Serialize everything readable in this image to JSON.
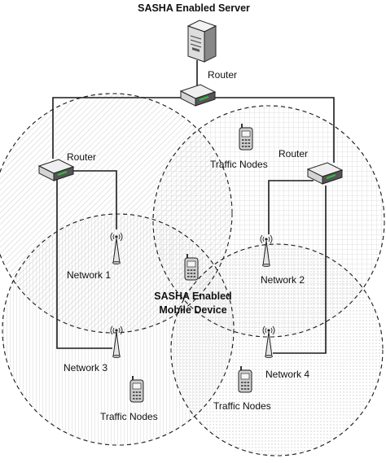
{
  "server": {
    "title": "SASHA Enabled Server"
  },
  "routers": {
    "top": "Router",
    "left": "Router",
    "right": "Router"
  },
  "networks": {
    "n1": "Network 1",
    "n2": "Network 2",
    "n3": "Network 3",
    "n4": "Network 4"
  },
  "traffic_nodes": {
    "top": "Traffic Nodes",
    "bottom_left": "Traffic Nodes",
    "bottom_right": "Traffic Nodes"
  },
  "mobile_device": {
    "line1": "SASHA Enabled",
    "line2": "Mobile Device"
  }
}
